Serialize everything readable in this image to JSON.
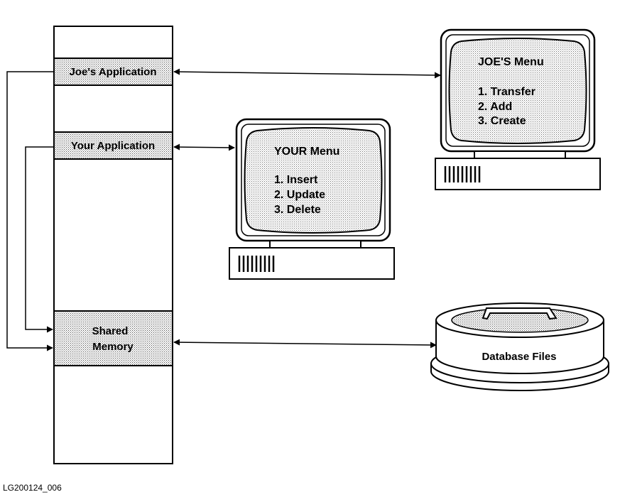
{
  "memory_column": {
    "joes_application": "Joe's Application",
    "your_application": "Your  Application",
    "shared_memory_line1": "Shared",
    "shared_memory_line2": "Memory"
  },
  "your_terminal": {
    "title": "YOUR Menu",
    "items": [
      "1.  Insert",
      "2.  Update",
      "3.  Delete"
    ]
  },
  "joes_terminal": {
    "title": "JOE'S Menu",
    "items": [
      "1.  Transfer",
      "2.  Add",
      "3.  Create"
    ]
  },
  "database": {
    "label": "Database Files"
  },
  "figure_id": "LG200124_006"
}
